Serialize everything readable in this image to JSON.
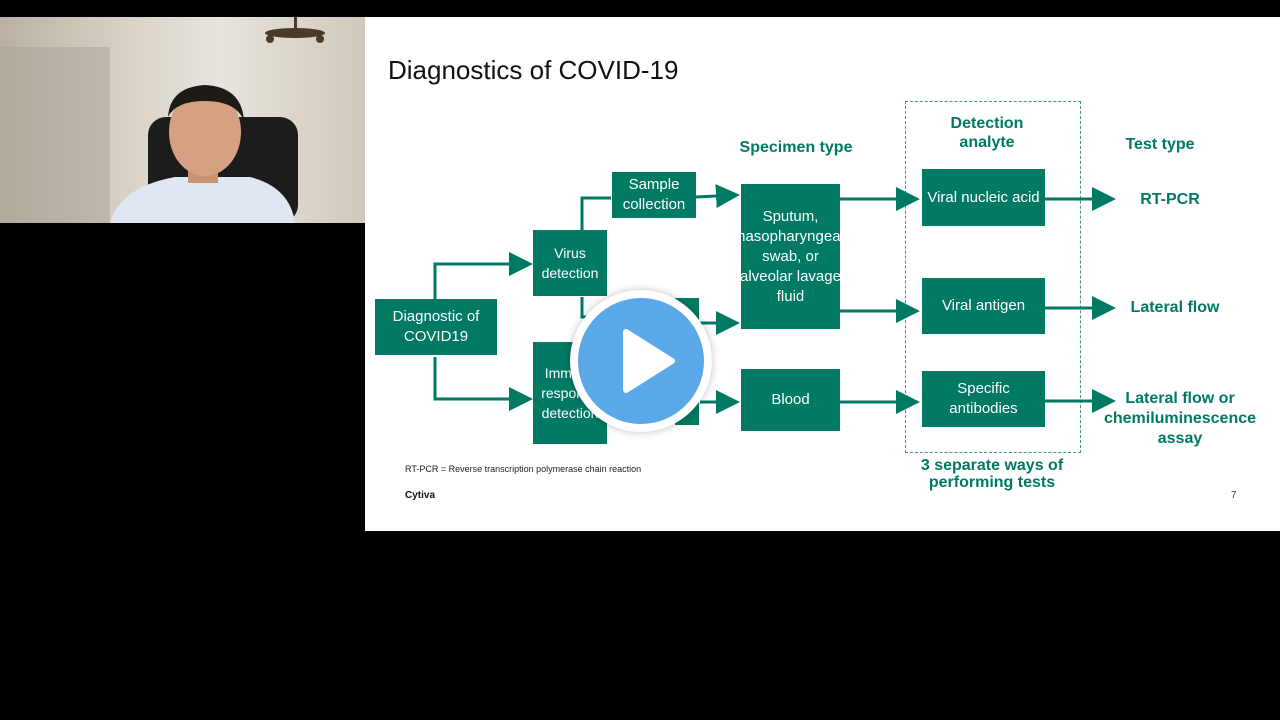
{
  "slide": {
    "title": "Diagnostics of COVID-19",
    "headers": {
      "specimen_type": "Specimen type",
      "detection_analyte": "Detection analyte",
      "test_type": "Test type"
    },
    "boxes": {
      "root": "Diagnostic of COVID19",
      "virus_detection": "Virus detection",
      "immune_response": "Immune response detection",
      "sample_collection": "Sample collection",
      "sputum": "Sputum, nasopharyngeal swab, or alveolar lavage fluid",
      "blood": "Blood",
      "viral_nucleic_acid": "Viral nucleic acid",
      "viral_antigen": "Viral antigen",
      "specific_antibodies": "Specific antibodies"
    },
    "tests": {
      "rt_pcr": "RT-PCR",
      "lateral_flow": "Lateral flow",
      "lateral_flow_chemi": "Lateral flow or chemiluminescence assay"
    },
    "separate_ways": "3 separate ways of performing tests",
    "footnote": "RT-PCR = Reverse transcription polymerase chain reaction",
    "brand": "Cytiva",
    "page_number": "7"
  },
  "colors": {
    "accent": "#007a63",
    "play_button": "#5aa8e8"
  }
}
